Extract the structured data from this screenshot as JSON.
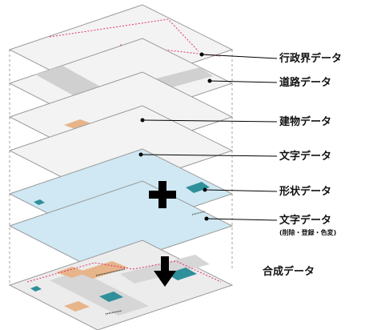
{
  "layers": [
    {
      "label": "行政界データ"
    },
    {
      "label": "道路データ"
    },
    {
      "label": "建物データ"
    },
    {
      "label": "文字データ"
    },
    {
      "label": "形状データ"
    },
    {
      "label": "文字データ",
      "sublabel": "(削除・登録・色変)"
    }
  ],
  "result": {
    "label": "合成データ"
  },
  "colors": {
    "sheet": "#f3f3f3",
    "blue_sheet": "#cfe8f3",
    "boundary": "#e0336b",
    "road": "#d0d0d0",
    "building": "#e8b48a",
    "shape": "#2f8f9a"
  }
}
